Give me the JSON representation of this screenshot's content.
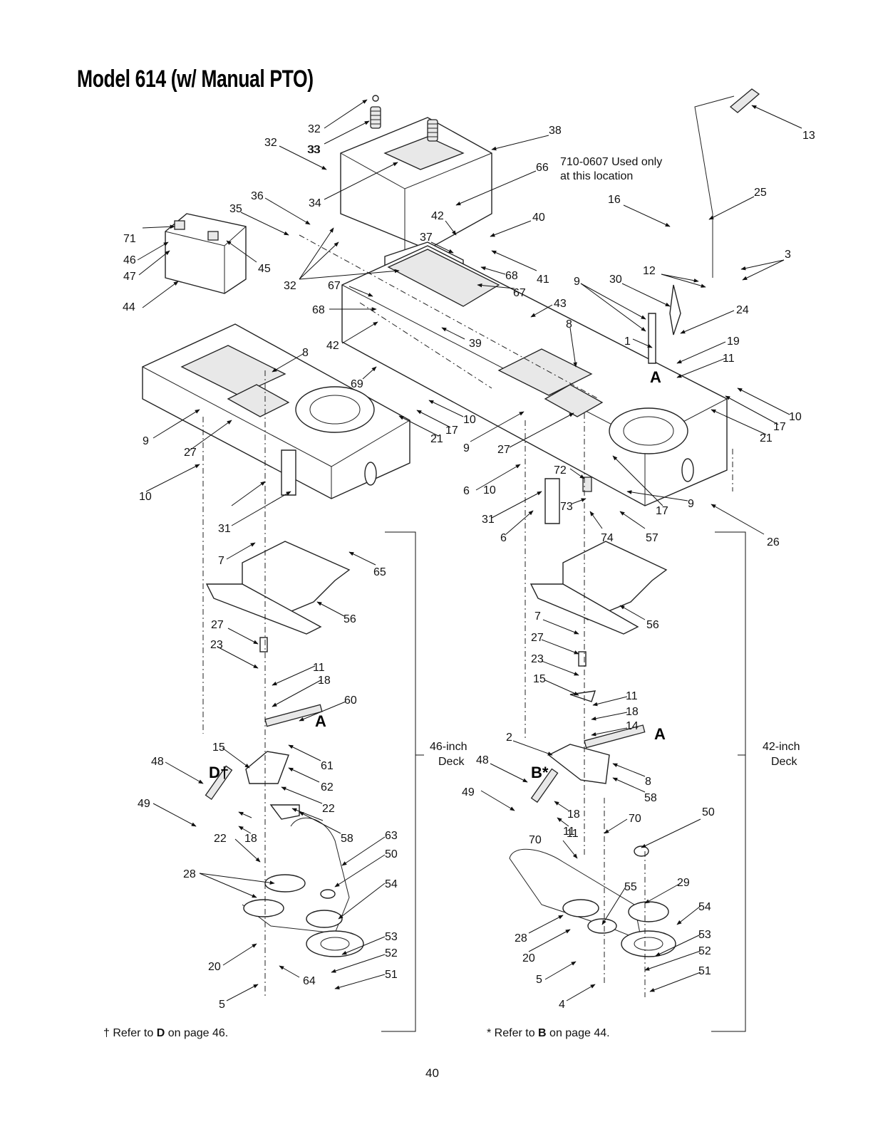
{
  "title": "Model 614 (w/ Manual PTO)",
  "note_used_only": [
    "710-0607 Used only",
    "at this location"
  ],
  "deck_46": [
    "46-inch",
    "Deck"
  ],
  "deck_42": [
    "42-inch",
    "Deck"
  ],
  "ref_letters": {
    "a": "A",
    "b": "B*",
    "d": "D†"
  },
  "footnote_left": {
    "prefix": "† Refer to ",
    "letter": "D",
    "suffix": " on page 46."
  },
  "footnote_right": {
    "prefix": "* Refer to ",
    "letter": "B",
    "suffix": " on page 44."
  },
  "page_number": "40",
  "callouts": [
    {
      "n": "32"
    },
    {
      "n": "33"
    },
    {
      "n": "32"
    },
    {
      "n": "33"
    },
    {
      "n": "38"
    },
    {
      "n": "66"
    },
    {
      "n": "13"
    },
    {
      "n": "36"
    },
    {
      "n": "34"
    },
    {
      "n": "35"
    },
    {
      "n": "16"
    },
    {
      "n": "25"
    },
    {
      "n": "42"
    },
    {
      "n": "40"
    },
    {
      "n": "71"
    },
    {
      "n": "37"
    },
    {
      "n": "46"
    },
    {
      "n": "47"
    },
    {
      "n": "45"
    },
    {
      "n": "68"
    },
    {
      "n": "41"
    },
    {
      "n": "9"
    },
    {
      "n": "30"
    },
    {
      "n": "12"
    },
    {
      "n": "3"
    },
    {
      "n": "32"
    },
    {
      "n": "67"
    },
    {
      "n": "67"
    },
    {
      "n": "43"
    },
    {
      "n": "44"
    },
    {
      "n": "68"
    },
    {
      "n": "24"
    },
    {
      "n": "8"
    },
    {
      "n": "42"
    },
    {
      "n": "39"
    },
    {
      "n": "19"
    },
    {
      "n": "8"
    },
    {
      "n": "1"
    },
    {
      "n": "11"
    },
    {
      "n": "69"
    },
    {
      "n": "10"
    },
    {
      "n": "17"
    },
    {
      "n": "21"
    },
    {
      "n": "9"
    },
    {
      "n": "10"
    },
    {
      "n": "17"
    },
    {
      "n": "21"
    },
    {
      "n": "9"
    },
    {
      "n": "27"
    },
    {
      "n": "27"
    },
    {
      "n": "10"
    },
    {
      "n": "72"
    },
    {
      "n": "6"
    },
    {
      "n": "73"
    },
    {
      "n": "17"
    },
    {
      "n": "9"
    },
    {
      "n": "31"
    },
    {
      "n": "10"
    },
    {
      "n": "31"
    },
    {
      "n": "6"
    },
    {
      "n": "74"
    },
    {
      "n": "57"
    },
    {
      "n": "26"
    },
    {
      "n": "7"
    },
    {
      "n": "65"
    },
    {
      "n": "56"
    },
    {
      "n": "27"
    },
    {
      "n": "7"
    },
    {
      "n": "56"
    },
    {
      "n": "23"
    },
    {
      "n": "27"
    },
    {
      "n": "11"
    },
    {
      "n": "18"
    },
    {
      "n": "23"
    },
    {
      "n": "15"
    },
    {
      "n": "60"
    },
    {
      "n": "11"
    },
    {
      "n": "18"
    },
    {
      "n": "14"
    },
    {
      "n": "15"
    },
    {
      "n": "2"
    },
    {
      "n": "48"
    },
    {
      "n": "61"
    },
    {
      "n": "48"
    },
    {
      "n": "8"
    },
    {
      "n": "62"
    },
    {
      "n": "49"
    },
    {
      "n": "58"
    },
    {
      "n": "22"
    },
    {
      "n": "49"
    },
    {
      "n": "18"
    },
    {
      "n": "70"
    },
    {
      "n": "50"
    },
    {
      "n": "58"
    },
    {
      "n": "22"
    },
    {
      "n": "11"
    },
    {
      "n": "18"
    },
    {
      "n": "63"
    },
    {
      "n": "11"
    },
    {
      "n": "70"
    },
    {
      "n": "50"
    },
    {
      "n": "28"
    },
    {
      "n": "54"
    },
    {
      "n": "55"
    },
    {
      "n": "29"
    },
    {
      "n": "54"
    },
    {
      "n": "53"
    },
    {
      "n": "52"
    },
    {
      "n": "28"
    },
    {
      "n": "53"
    },
    {
      "n": "20"
    },
    {
      "n": "52"
    },
    {
      "n": "20"
    },
    {
      "n": "64"
    },
    {
      "n": "51"
    },
    {
      "n": "5"
    },
    {
      "n": "51"
    },
    {
      "n": "5"
    },
    {
      "n": "4"
    }
  ]
}
